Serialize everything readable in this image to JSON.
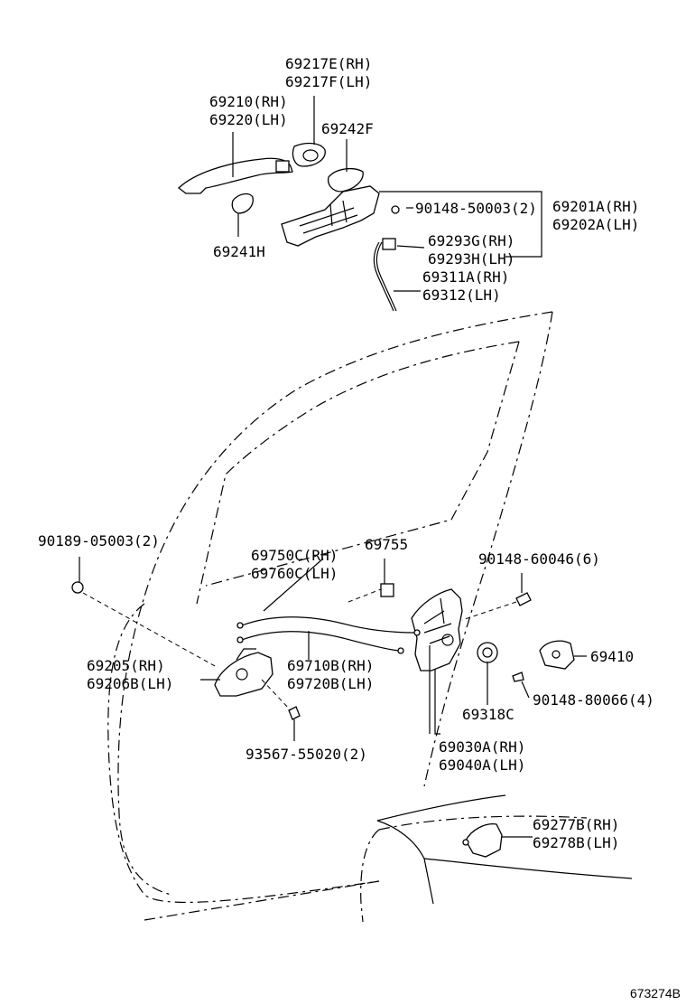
{
  "labels": {
    "p69217E": "69217E(RH)",
    "p69217F": "69217F(LH)",
    "p69210": "69210(RH)",
    "p69220": "69220(LH)",
    "p69242F": "69242F",
    "p90148_50003": "90148-50003(2)",
    "p69201A": "69201A(RH)",
    "p69202A": "69202A(LH)",
    "p69241H": "69241H",
    "p69293G": "69293G(RH)",
    "p69293H": "69293H(LH)",
    "p69311A": "69311A(RH)",
    "p69312": "69312(LH)",
    "p90189_05003": "90189-05003(2)",
    "p69750C": "69750C(RH)",
    "p69760C": "69760C(LH)",
    "p69755": "69755",
    "p90148_60046": "90148-60046(6)",
    "p69205": "69205(RH)",
    "p69206B": "69206B(LH)",
    "p69710B": "69710B(RH)",
    "p69720B": "69720B(LH)",
    "p69410": "69410",
    "p90148_80066": "90148-80066(4)",
    "p69318C": "69318C",
    "p93567_55020": "93567-55020(2)",
    "p69030A": "69030A(RH)",
    "p69040A": "69040A(LH)",
    "p69277B": "69277B(RH)",
    "p69278B": "69278B(LH)"
  },
  "figure_id": "673274B"
}
